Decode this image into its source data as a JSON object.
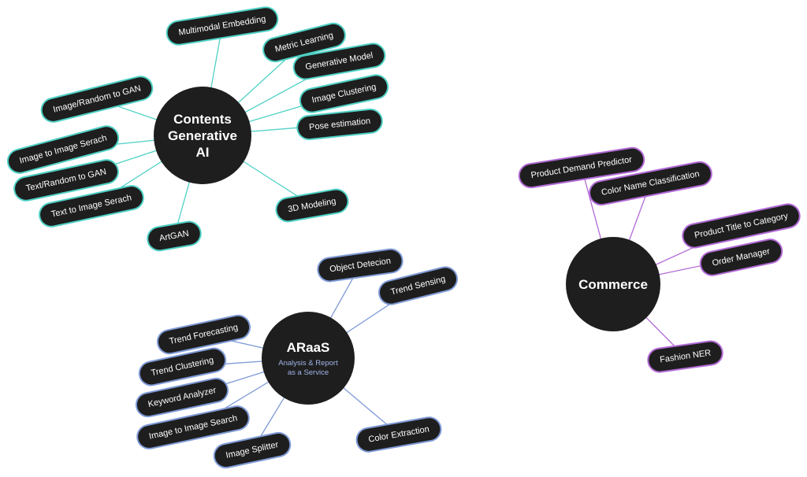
{
  "colors": {
    "node_fill": "#1e1e1e",
    "text": "#ffffff",
    "generative_accent": "#4fd1c5",
    "araas_accent": "#7e9ad6",
    "commerce_accent": "#b26ad6",
    "araas_subtitle": "#9fb4e8"
  },
  "clusters": [
    {
      "id": "generative",
      "title": "Contents\nGenerative\nAI",
      "subtitle": "",
      "accent": "#4fd1c5",
      "items": [
        "Multimodal Embedding",
        "Metric Learning",
        "Generative Model",
        "Image Clustering",
        "Pose estimation",
        "3D Modeling",
        "ArtGAN",
        "Text to Image Serach",
        "Text/Random to GAN",
        "Image to Image Serach",
        "Image/Random to GAN"
      ]
    },
    {
      "id": "araas",
      "title": "ARaaS",
      "subtitle": "Analysis & Report\nas a Service",
      "accent": "#7e9ad6",
      "items": [
        "Object Detecion",
        "Trend Sensing",
        "Color Extraction",
        "Image Splitter",
        "Image to Image Search",
        "Keyword Analyzer",
        "Trend Clustering",
        "Trend Forecasting"
      ]
    },
    {
      "id": "commerce",
      "title": "Commerce",
      "subtitle": "",
      "accent": "#b26ad6",
      "items": [
        "Product Demand Predictor",
        "Color Name Classification",
        "Product Title to Category",
        "Order Manager",
        "Fashion NER"
      ]
    }
  ]
}
